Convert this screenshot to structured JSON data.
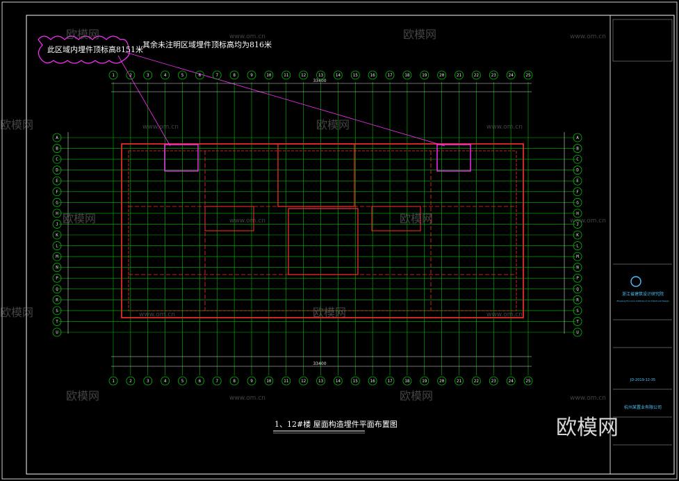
{
  "drawing": {
    "title": "1、12#楼 屋面构造埋件平面布置图",
    "callout_left": "此区域内埋件顶标高8151米",
    "callout_right": "其余未注明区域埋件顶标高均为816米"
  },
  "axes": {
    "top_labels": [
      "1",
      "2",
      "3",
      "4",
      "5",
      "6",
      "7",
      "8",
      "9",
      "10",
      "11",
      "12",
      "13",
      "14",
      "15",
      "16",
      "17",
      "18",
      "19",
      "20",
      "21",
      "22",
      "23",
      "24",
      "25"
    ],
    "side_labels": [
      "A",
      "B",
      "C",
      "D",
      "E",
      "F",
      "G",
      "H",
      "J",
      "K",
      "L",
      "M",
      "N",
      "P",
      "Q",
      "R",
      "S",
      "T",
      "U"
    ],
    "overall_dimension": "33400"
  },
  "title_block": {
    "company": "浙江省建筑设计研究院",
    "company_en": "Zhejiang Province Institute of Architectural Design",
    "client": "杭州某置业有限公司",
    "project_code": "JD-2019-12-35"
  },
  "watermarks": {
    "brand": "欧模网",
    "url": "www.om.cn"
  },
  "colors": {
    "background": "#000000",
    "grid_line": "#00c000",
    "wall": "#ff3030",
    "callout": "#ff30ff",
    "frame": "#ffffff"
  }
}
